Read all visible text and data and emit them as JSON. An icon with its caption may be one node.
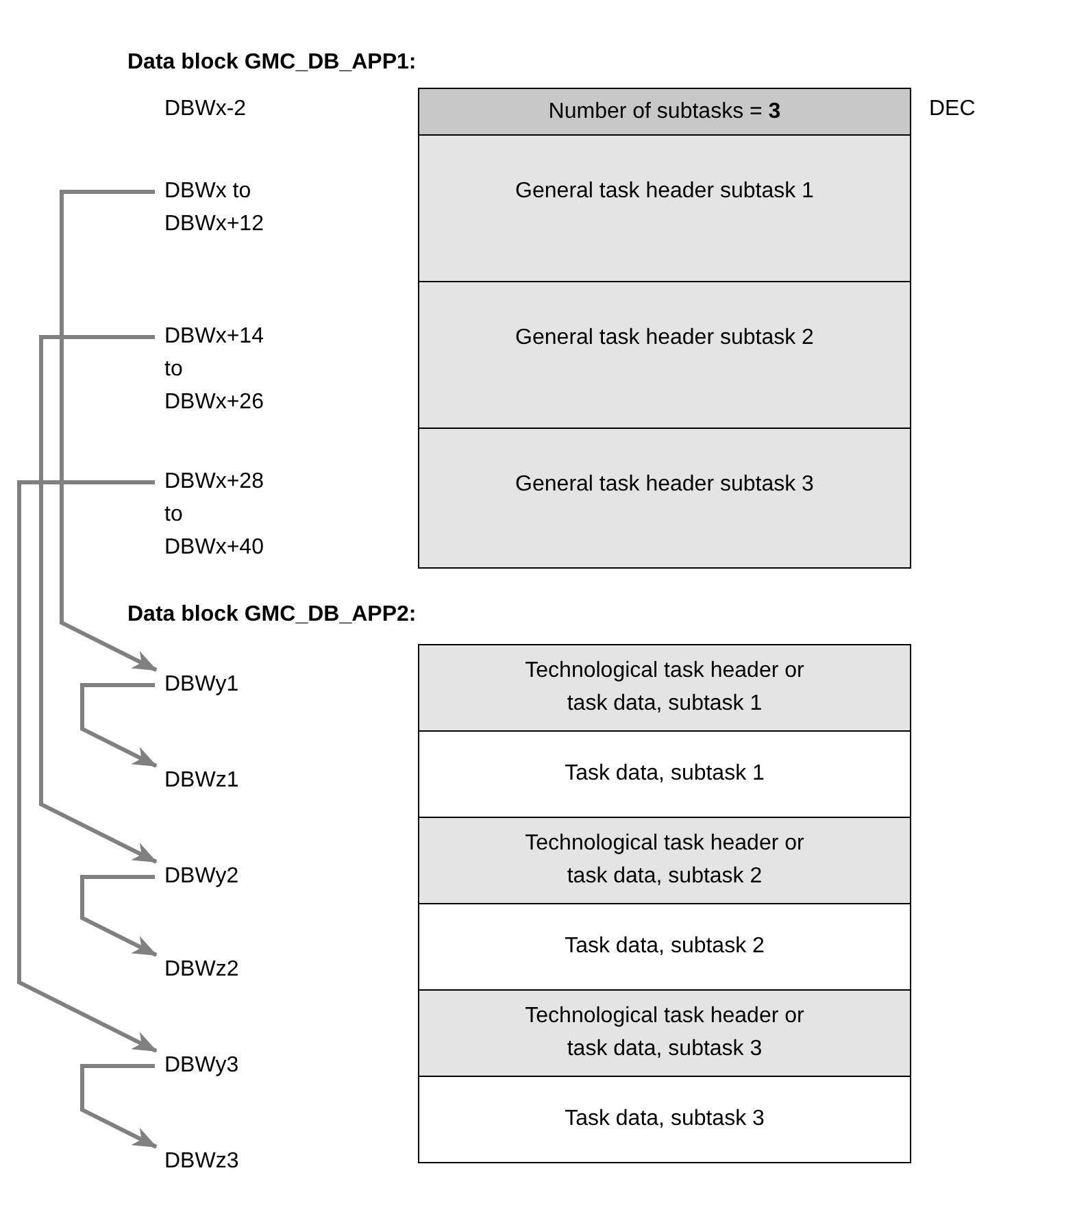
{
  "diagram": {
    "nodes": [
      {
        "text": [
          "Number of subtasks = **3**"
        ]
      },
      {
        "text": [
          "General task header subtask 1"
        ]
      },
      {
        "text": [
          "General task header subtask 2"
        ]
      },
      {
        "text": [
          "General task header subtask 3"
        ]
      },
      {
        "text": [
          "Technological task header or task data, subtask 1"
        ]
      },
      {
        "text": [
          "Task data, subtask 1"
        ]
      },
      {
        "text": [
          "Technological task header or task data, subtask 2"
        ]
      },
      {
        "text": [
          "Task data, subtask 2"
        ]
      },
      {
        "text": [
          "Technological task header or task data, subtask 3"
        ]
      },
      {
        "text": [
          "Task data, subtask 3"
        ]
      },
      {
        "text": [
          "DBWx to DBWx+12"
        ]
      },
      {
        "text": [
          "DBWx+14 to DBWx+26"
        ]
      },
      {
        "text": [
          "DBWx+28 to DBWx+40"
        ]
      },
      {
        "text": [
          "DBWy1"
        ]
      },
      {
        "text": [
          "DBWz1"
        ]
      },
      {
        "text": [
          "DBWy2"
        ]
      },
      {
        "text": [
          "DBWz2"
        ]
      },
      {
        "text": [
          "DBWy3"
        ]
      },
      {
        "text": [
          "DBWz3"
        ]
      }
    ],
    "edges": [
      {
        "from": 10,
        "to": 13,
        "arrow": "to"
      },
      {
        "from": 11,
        "to": 15,
        "arrow": "to"
      },
      {
        "from": 12,
        "to": 17,
        "arrow": "to"
      },
      {
        "from": 13,
        "to": 14,
        "arrow": "to"
      },
      {
        "from": 15,
        "to": 16,
        "arrow": "to"
      },
      {
        "from": 17,
        "to": 18,
        "arrow": "to"
      }
    ],
    "labels": [
      "Data block GMC_DB_APP1:",
      "DBWx-2",
      "DEC",
      "Data block GMC_DB_APP2:"
    ]
  }
}
